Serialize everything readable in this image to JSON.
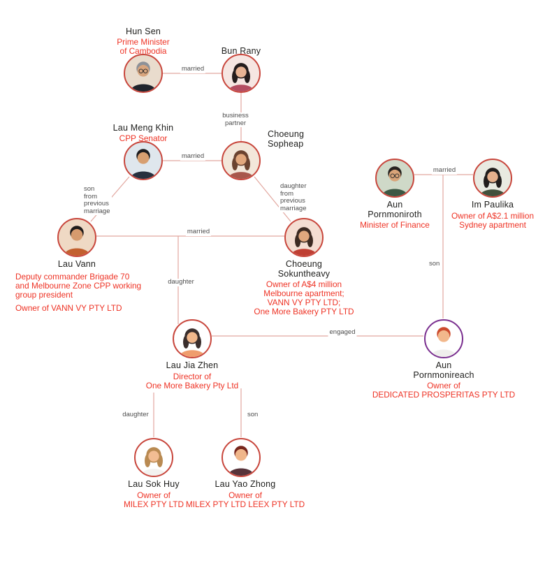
{
  "colors": {
    "name_text": "#1d1d1b",
    "accent_red": "#ee3224",
    "node_border_red": "#c8463c",
    "node_border_purple": "#7a2f8f",
    "relationship_line": "#e2a79f",
    "edge_label_text": "#4d4d4d",
    "background": "#ffffff"
  },
  "people": [
    {
      "id": "hun-sen",
      "name": "Hun Sen",
      "title": "Prime Minister\nof Cambodia"
    },
    {
      "id": "bun-rany",
      "name": "Bun Rany",
      "title": ""
    },
    {
      "id": "lau-meng-khin",
      "name": "Lau Meng Khin",
      "title": "CPP Senator"
    },
    {
      "id": "choeung-sopheap",
      "name": "Choeung\nSopheap",
      "title": ""
    },
    {
      "id": "aun-pornmoniroth",
      "name": "Aun\nPornmoniroth",
      "title": "Minister of Finance"
    },
    {
      "id": "im-paulika",
      "name": "Im Paulika",
      "title": "Owner of A$2.1 million\nSydney apartment"
    },
    {
      "id": "lau-vann",
      "name": "Lau Vann",
      "title": "Deputy commander Brigade 70\nand Melbourne Zone CPP working\ngroup president",
      "title2": "Owner of VANN VY PTY LTD"
    },
    {
      "id": "choeung-sokuntheavy",
      "name": "Choeung\nSokuntheavy",
      "title": "Owner of A$4 million\nMelbourne apartment;\nVANN VY PTY LTD;\nOne More Bakery PTY LTD"
    },
    {
      "id": "lau-jia-zhen",
      "name": "Lau Jia Zhen",
      "title": "Director of\nOne More Bakery Pty Ltd"
    },
    {
      "id": "aun-pornmonireach",
      "name": "Aun\nPornmonireach",
      "title": "Owner of\nDEDICATED PROSPERITAS PTY LTD"
    },
    {
      "id": "lau-sok-huy",
      "name": "Lau Sok Huy",
      "title": "Owner of\nMILEX PTY LTD"
    },
    {
      "id": "lau-yao-zhong",
      "name": "Lau Yao Zhong",
      "title": "Owner of\nMILEX PTY LTD LEEX PTY LTD"
    }
  ],
  "relationships": [
    {
      "from": "hun-sen",
      "to": "bun-rany",
      "label": "married"
    },
    {
      "from": "bun-rany",
      "to": "choeung-sopheap",
      "label": "business\npartner"
    },
    {
      "from": "lau-meng-khin",
      "to": "choeung-sopheap",
      "label": "married"
    },
    {
      "from": "lau-meng-khin",
      "to": "lau-vann",
      "label": "son\nfrom\nprevious\nmarriage"
    },
    {
      "from": "choeung-sopheap",
      "to": "choeung-sokuntheavy",
      "label": "daughter\nfrom\nprevious\nmarriage"
    },
    {
      "from": "lau-vann",
      "to": "choeung-sokuntheavy",
      "label": "married"
    },
    {
      "from": "aun-pornmoniroth",
      "to": "im-paulika",
      "label": "married"
    },
    {
      "from": "aun-pornmoniroth",
      "to": "aun-pornmonireach",
      "label": "son"
    },
    {
      "from": "lau-jia-zhen",
      "to": "aun-pornmonireach",
      "label": "engaged"
    },
    {
      "from": "lau-vann",
      "to": "lau-jia-zhen",
      "label": "daughter"
    },
    {
      "from": "lau-jia-zhen",
      "to": "lau-sok-huy",
      "label": "daughter"
    },
    {
      "from": "lau-jia-zhen",
      "to": "lau-yao-zhong",
      "label": "son"
    }
  ]
}
